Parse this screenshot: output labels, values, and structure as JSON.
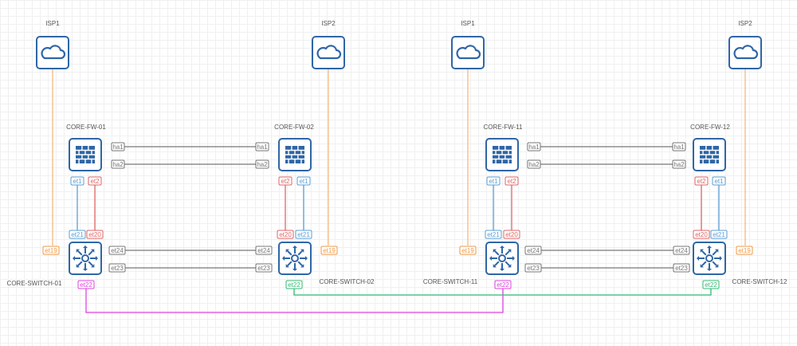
{
  "colors": {
    "node_border": "#2f66a6",
    "node_fill": "#ffffff",
    "icon": "#2f66a6",
    "isp_link": "#f5b880",
    "port_isp": "#ef9a45",
    "blue_link": "#5b9fd6",
    "red_link": "#e06666",
    "grey_link": "#777777",
    "magenta_link": "#dd44dd",
    "green_link": "#33bb77"
  },
  "nodes": [
    {
      "id": "isp1-a",
      "type": "cloud",
      "label": "ISP1",
      "icon": "cloud-icon"
    },
    {
      "id": "isp2-a",
      "type": "cloud",
      "label": "ISP2",
      "icon": "cloud-icon"
    },
    {
      "id": "isp1-b",
      "type": "cloud",
      "label": "ISP1",
      "icon": "cloud-icon"
    },
    {
      "id": "isp2-b",
      "type": "cloud",
      "label": "ISP2",
      "icon": "cloud-icon"
    },
    {
      "id": "fw01",
      "type": "firewall",
      "label": "CORE-FW-01",
      "icon": "firewall-icon"
    },
    {
      "id": "fw02",
      "type": "firewall",
      "label": "CORE-FW-02",
      "icon": "firewall-icon"
    },
    {
      "id": "fw11",
      "type": "firewall",
      "label": "CORE-FW-11",
      "icon": "firewall-icon"
    },
    {
      "id": "fw12",
      "type": "firewall",
      "label": "CORE-FW-12",
      "icon": "firewall-icon"
    },
    {
      "id": "sw01",
      "type": "switch",
      "label": "CORE-SWITCH-01",
      "icon": "switch-icon"
    },
    {
      "id": "sw02",
      "type": "switch",
      "label": "CORE-SWITCH-02",
      "icon": "switch-icon"
    },
    {
      "id": "sw11",
      "type": "switch",
      "label": "CORE-SWITCH-11",
      "icon": "switch-icon"
    },
    {
      "id": "sw12",
      "type": "switch",
      "label": "CORE-SWITCH-12",
      "icon": "switch-icon"
    }
  ],
  "ports": [
    {
      "id": "fw01-ha1",
      "label": "ha1",
      "color": "grey_link"
    },
    {
      "id": "fw01-ha2",
      "label": "ha2",
      "color": "grey_link"
    },
    {
      "id": "fw02-ha1",
      "label": "ha1",
      "color": "grey_link"
    },
    {
      "id": "fw02-ha2",
      "label": "ha2",
      "color": "grey_link"
    },
    {
      "id": "fw01-et1",
      "label": "et1",
      "color": "blue_link"
    },
    {
      "id": "fw01-et2",
      "label": "et2",
      "color": "red_link"
    },
    {
      "id": "fw02-et2",
      "label": "et2",
      "color": "red_link"
    },
    {
      "id": "fw02-et1",
      "label": "et1",
      "color": "blue_link"
    },
    {
      "id": "sw01-et21",
      "label": "et21",
      "color": "blue_link"
    },
    {
      "id": "sw01-et20",
      "label": "et20",
      "color": "red_link"
    },
    {
      "id": "sw02-et20",
      "label": "et20",
      "color": "red_link"
    },
    {
      "id": "sw02-et21",
      "label": "et21",
      "color": "blue_link"
    },
    {
      "id": "sw01-et19",
      "label": "et19",
      "color": "port_isp"
    },
    {
      "id": "sw02-et19",
      "label": "et19",
      "color": "port_isp"
    },
    {
      "id": "sw01-et24",
      "label": "et24",
      "color": "grey_link"
    },
    {
      "id": "sw01-et23",
      "label": "et23",
      "color": "grey_link"
    },
    {
      "id": "sw02-et24",
      "label": "et24",
      "color": "grey_link"
    },
    {
      "id": "sw02-et23",
      "label": "et23",
      "color": "grey_link"
    },
    {
      "id": "sw01-et22",
      "label": "et22",
      "color": "magenta_link"
    },
    {
      "id": "sw02-et22",
      "label": "et22",
      "color": "green_link"
    },
    {
      "id": "fw11-ha1",
      "label": "ha1",
      "color": "grey_link"
    },
    {
      "id": "fw11-ha2",
      "label": "ha2",
      "color": "grey_link"
    },
    {
      "id": "fw12-ha1",
      "label": "ha1",
      "color": "grey_link"
    },
    {
      "id": "fw12-ha2",
      "label": "ha2",
      "color": "grey_link"
    },
    {
      "id": "fw11-et1",
      "label": "et1",
      "color": "blue_link"
    },
    {
      "id": "fw11-et2",
      "label": "et2",
      "color": "red_link"
    },
    {
      "id": "fw12-et2",
      "label": "et2",
      "color": "red_link"
    },
    {
      "id": "fw12-et1",
      "label": "et1",
      "color": "blue_link"
    },
    {
      "id": "sw11-et21",
      "label": "et21",
      "color": "blue_link"
    },
    {
      "id": "sw11-et20",
      "label": "et20",
      "color": "red_link"
    },
    {
      "id": "sw12-et20",
      "label": "et20",
      "color": "red_link"
    },
    {
      "id": "sw12-et21",
      "label": "et21",
      "color": "blue_link"
    },
    {
      "id": "sw11-et19",
      "label": "et19",
      "color": "port_isp"
    },
    {
      "id": "sw12-et19",
      "label": "et19",
      "color": "port_isp"
    },
    {
      "id": "sw11-et24",
      "label": "et24",
      "color": "grey_link"
    },
    {
      "id": "sw11-et23",
      "label": "et23",
      "color": "grey_link"
    },
    {
      "id": "sw12-et24",
      "label": "et24",
      "color": "grey_link"
    },
    {
      "id": "sw12-et23",
      "label": "et23",
      "color": "grey_link"
    },
    {
      "id": "sw11-et22",
      "label": "et22",
      "color": "magenta_link"
    },
    {
      "id": "sw12-et22",
      "label": "et22",
      "color": "green_link"
    }
  ],
  "links": [
    {
      "from": "isp1-a",
      "to": "sw01-et19",
      "color": "isp_link"
    },
    {
      "from": "isp2-a",
      "to": "sw02-et19",
      "color": "isp_link"
    },
    {
      "from": "isp1-b",
      "to": "sw11-et19",
      "color": "isp_link"
    },
    {
      "from": "isp2-b",
      "to": "sw12-et19",
      "color": "isp_link"
    },
    {
      "from": "fw01-ha1",
      "to": "fw02-ha1",
      "color": "grey_link"
    },
    {
      "from": "fw01-ha2",
      "to": "fw02-ha2",
      "color": "grey_link"
    },
    {
      "from": "fw11-ha1",
      "to": "fw12-ha1",
      "color": "grey_link"
    },
    {
      "from": "fw11-ha2",
      "to": "fw12-ha2",
      "color": "grey_link"
    },
    {
      "from": "fw01-et1",
      "to": "sw01-et21",
      "color": "blue_link"
    },
    {
      "from": "fw01-et2",
      "to": "sw01-et20",
      "color": "red_link"
    },
    {
      "from": "fw02-et2",
      "to": "sw02-et20",
      "color": "red_link"
    },
    {
      "from": "fw02-et1",
      "to": "sw02-et21",
      "color": "blue_link"
    },
    {
      "from": "fw11-et1",
      "to": "sw11-et21",
      "color": "blue_link"
    },
    {
      "from": "fw11-et2",
      "to": "sw11-et20",
      "color": "red_link"
    },
    {
      "from": "fw12-et2",
      "to": "sw12-et20",
      "color": "red_link"
    },
    {
      "from": "fw12-et1",
      "to": "sw12-et21",
      "color": "blue_link"
    },
    {
      "from": "sw01-et24",
      "to": "sw02-et24",
      "color": "grey_link"
    },
    {
      "from": "sw01-et23",
      "to": "sw02-et23",
      "color": "grey_link"
    },
    {
      "from": "sw11-et24",
      "to": "sw12-et24",
      "color": "grey_link"
    },
    {
      "from": "sw11-et23",
      "to": "sw12-et23",
      "color": "grey_link"
    },
    {
      "from": "sw01-et22",
      "to": "sw11-et22",
      "color": "magenta_link"
    },
    {
      "from": "sw02-et22",
      "to": "sw12-et22",
      "color": "green_link"
    }
  ]
}
